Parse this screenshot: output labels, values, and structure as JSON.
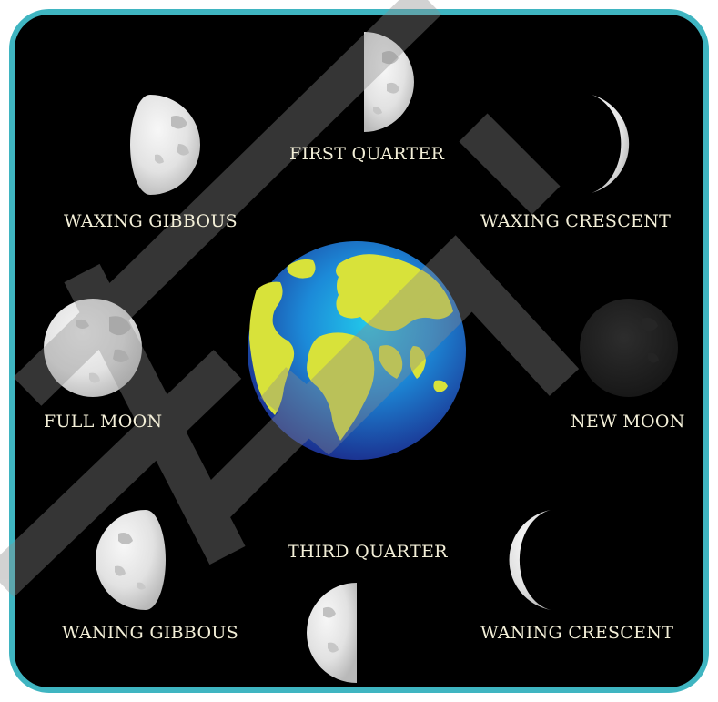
{
  "colors": {
    "border": "#3fb5c1",
    "background": "#000000",
    "label_text": "#f3efd8",
    "moon_light": "#ececec",
    "moon_shadow": "#9a9a9a",
    "earth_ocean": "#1f7fd6",
    "earth_land": "#d8e23a"
  },
  "phases": {
    "first_quarter": "FIRST QUARTER",
    "waxing_crescent": "WAXING CRESCENT",
    "waxing_gibbous": "WAXING GIBBOUS",
    "full_moon": "FULL MOON",
    "new_moon": "NEW MOON",
    "third_quarter": "THIRD QUARTER",
    "waning_gibbous": "WANING GIBBOUS",
    "waning_crescent": "WANING CRESCENT"
  },
  "icons": [
    "moon-icon",
    "earth-icon"
  ]
}
